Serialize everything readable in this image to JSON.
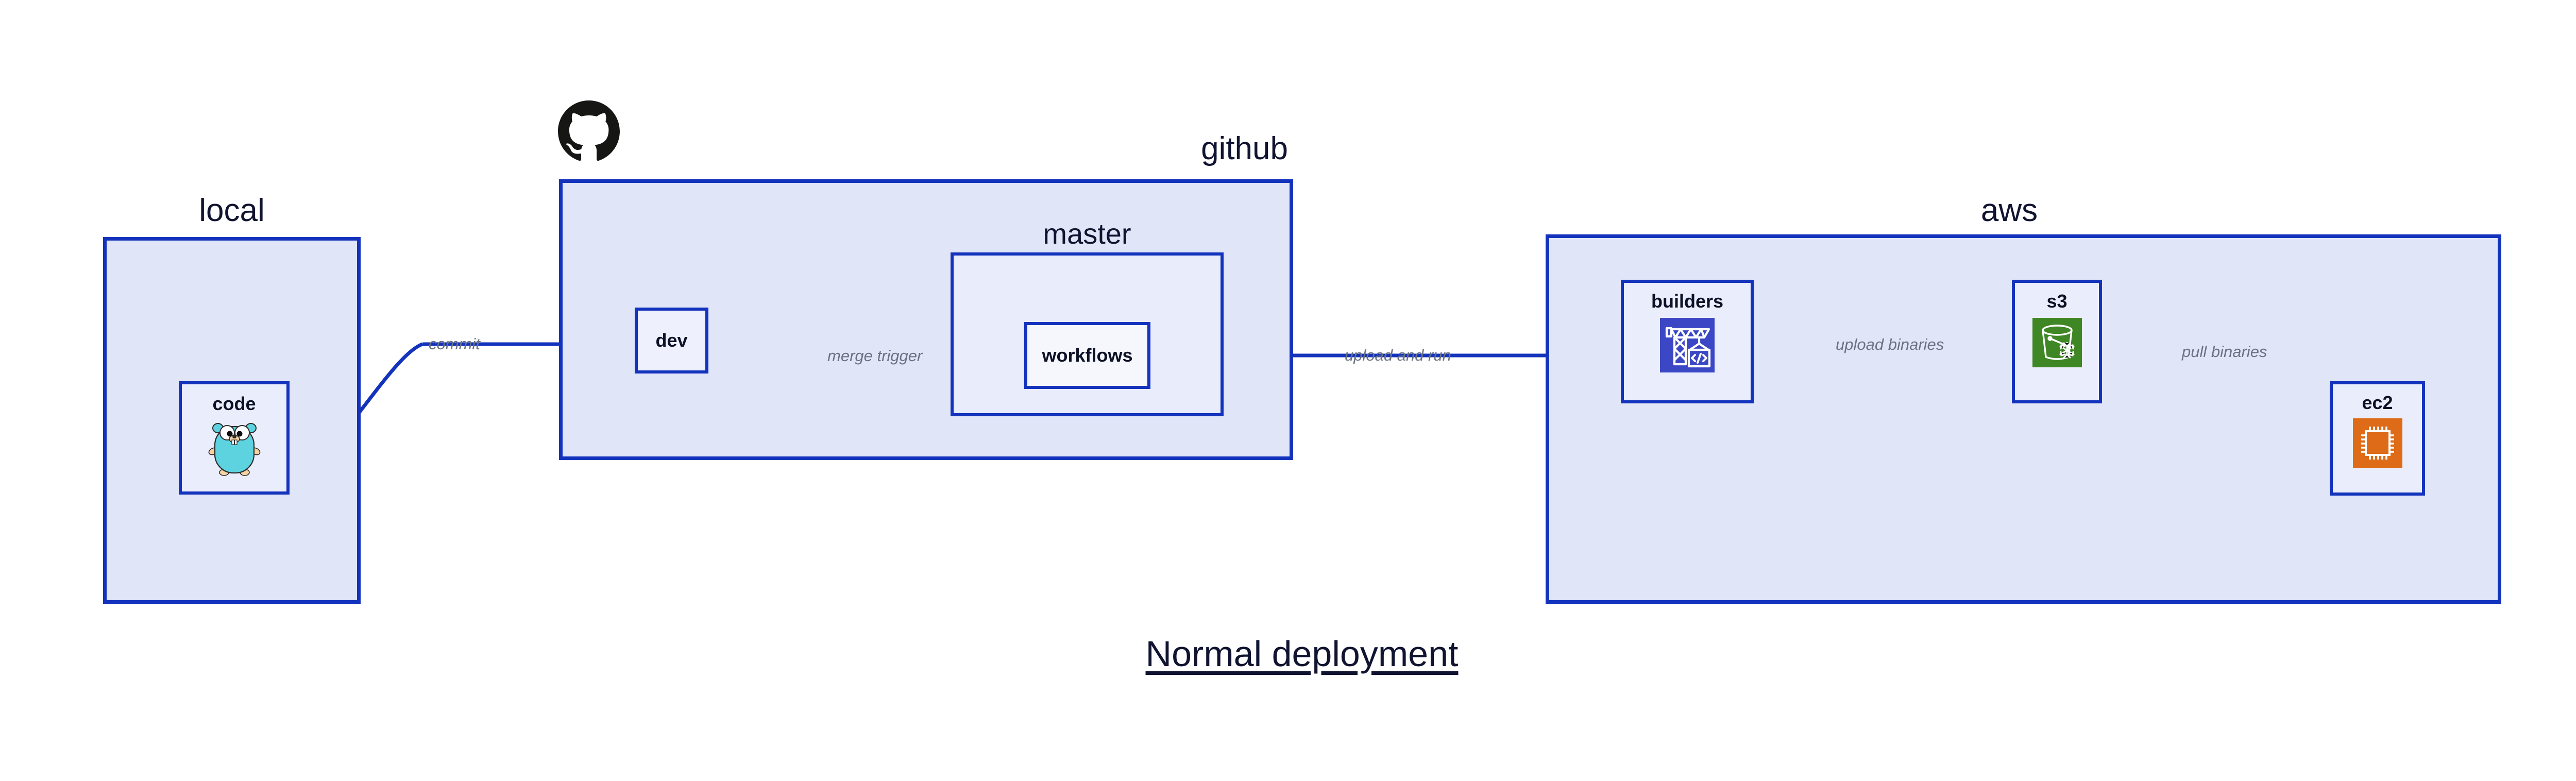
{
  "diagram": {
    "title": "Normal deployment",
    "colors": {
      "border_blue": "#1433bd",
      "group_fill": "#e0e5f8",
      "sub_fill": "#e8ecfb",
      "node_fill": "#eaeefc",
      "node_white_fill": "#f5f7fd",
      "edge_stroke": "#1433bd",
      "edge_label": "#6b7280",
      "text_dark": "#101430",
      "builders_icon_bg": "#3b47c4",
      "s3_icon_bg": "#3f8624",
      "ec2_icon_bg": "#dd6b18",
      "gopher_body": "#5ed3e0",
      "github_black": "#161614"
    }
  },
  "groups": {
    "local": {
      "label": "local"
    },
    "github": {
      "label": "github",
      "logo": "github-octocat-icon"
    },
    "aws": {
      "label": "aws"
    }
  },
  "subgroups": {
    "master": {
      "label": "master"
    }
  },
  "nodes": {
    "code": {
      "label": "code",
      "icon": "go-gopher-icon"
    },
    "dev": {
      "label": "dev",
      "icon": null
    },
    "workflows": {
      "label": "workflows",
      "icon": null
    },
    "builders": {
      "label": "builders",
      "icon": "crane-code-icon"
    },
    "s3": {
      "label": "s3",
      "icon": "s3-bucket-icon"
    },
    "ec2": {
      "label": "ec2",
      "icon": "ec2-chip-icon"
    }
  },
  "edges": [
    {
      "id": "commit",
      "label": "commit",
      "from": "code",
      "to": "dev"
    },
    {
      "id": "merge-trigger",
      "label": "merge trigger",
      "from": "dev",
      "to": "workflows"
    },
    {
      "id": "upload-and-run",
      "label": "upload and run",
      "from": "workflows",
      "to": "builders"
    },
    {
      "id": "upload-binaries",
      "label": "upload binaries",
      "from": "builders",
      "to": "s3"
    },
    {
      "id": "pull-binaries",
      "label": "pull binaries",
      "from": "s3",
      "to": "ec2"
    }
  ]
}
